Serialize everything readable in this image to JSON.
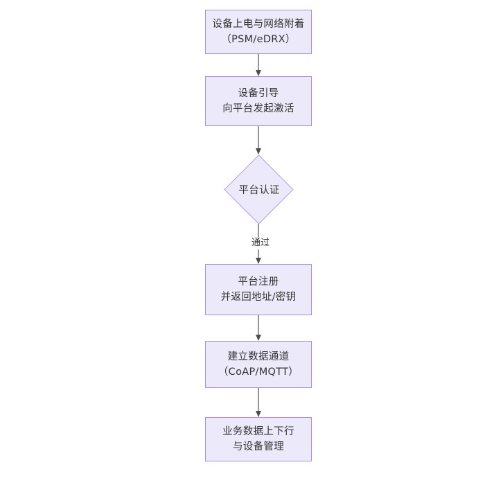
{
  "diagram": {
    "type": "flowchart",
    "orientation": "top-to-bottom",
    "background_color": "#ffffff",
    "node_fill_color": "#ece9fa",
    "node_border_color": "#a98fd8",
    "text_color": "#333333",
    "edge_color": "#4d4d4d",
    "nodes": [
      {
        "id": "power-on",
        "shape": "rectangle",
        "line1": "设备上电与网络附着",
        "line2": "（PSM/eDRX）"
      },
      {
        "id": "bootstrap",
        "shape": "rectangle",
        "line1": "设备引导",
        "line2": "向平台发起激活"
      },
      {
        "id": "platform-auth",
        "shape": "diamond",
        "line1": "平台认证"
      },
      {
        "id": "platform-register",
        "shape": "rectangle",
        "line1": "平台注册",
        "line2": "并返回地址/密钥"
      },
      {
        "id": "data-channel",
        "shape": "rectangle",
        "line1": "建立数据通道",
        "line2": "（CoAP/MQTT）"
      },
      {
        "id": "service-data",
        "shape": "rectangle",
        "line1": "业务数据上下行",
        "line2": "与设备管理"
      }
    ],
    "edges": [
      {
        "id": "e1",
        "from": "power-on",
        "to": "bootstrap",
        "label": ""
      },
      {
        "id": "e2",
        "from": "bootstrap",
        "to": "platform-auth",
        "label": ""
      },
      {
        "id": "e3",
        "from": "platform-auth",
        "to": "platform-register",
        "label": "通过"
      },
      {
        "id": "e4",
        "from": "platform-register",
        "to": "data-channel",
        "label": ""
      },
      {
        "id": "e5",
        "from": "data-channel",
        "to": "service-data",
        "label": ""
      }
    ]
  }
}
